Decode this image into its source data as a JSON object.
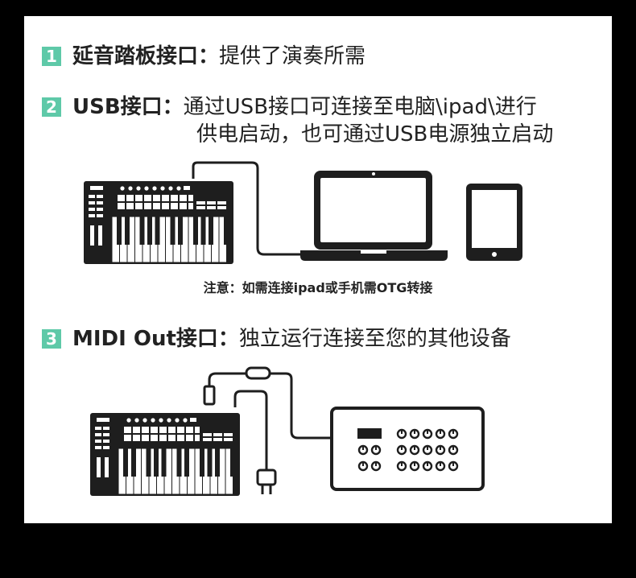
{
  "sections": [
    {
      "number": "1",
      "label": "延音踏板接口：",
      "desc": "提供了演奏所需"
    },
    {
      "number": "2",
      "label": "USB接口：",
      "desc": "通过USB接口可连接至电脑\\ipad\\进行",
      "desc2": "供电启动，也可通过USB电源独立启动"
    },
    {
      "number": "3",
      "label": "MIDI Out接口：",
      "desc": "独立运行连接至您的其他设备"
    }
  ],
  "note": "注意：如需连接ipad或手机需OTG转接",
  "colors": {
    "accent": "#5ec9a8",
    "background": "#000000",
    "panel": "#ffffff",
    "device": "#1e1e1e"
  },
  "icons": [
    "midi-keyboard-icon",
    "laptop-icon",
    "tablet-icon",
    "power-plug-icon",
    "sound-module-icon"
  ]
}
